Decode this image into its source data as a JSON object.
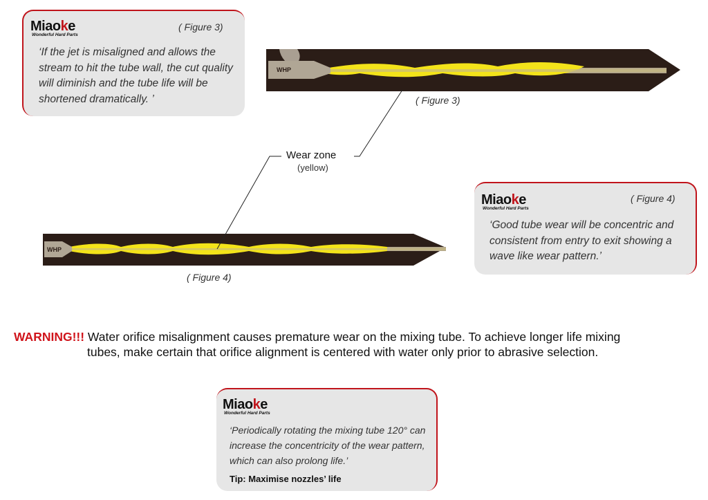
{
  "brand": {
    "logo_text_a": "Miao",
    "logo_text_k": "k",
    "logo_text_b": "e",
    "tagline": "Wonderful Hard Parts"
  },
  "card_fig3": {
    "figure_ref": "( Figure 3)",
    "quote": "‘If the jet is misaligned and allows the stream to hit the tube wall, the cut quality will diminish and the tube life will be shortened dramatically. ’"
  },
  "card_fig4": {
    "figure_ref": "( Figure 4)",
    "quote": "‘Good tube wear will be concentric and consistent from entry to exit showing a wave like wear pattern.’"
  },
  "tube_fig3": {
    "label": "WHP",
    "caption": "( Figure 3)"
  },
  "tube_fig4": {
    "label": "WHP",
    "caption": "( Figure 4)"
  },
  "wear_zone": {
    "title": "Wear zone",
    "subtitle": "(yellow)"
  },
  "warning": {
    "label": "WARNING!!!",
    "line1": " Water orifice misalignment causes premature wear on the mixing tube. To achieve longer life mixing",
    "line2": "tubes, make certain that orifice alignment is centered with water only prior to abrasive selection."
  },
  "tip_card": {
    "quote": "‘Periodically rotating the mixing tube 120° can increase the concentricity of the wear pattern, which can also prolong life.’",
    "tip": "Tip: Maximise nozzles’ life"
  },
  "colors": {
    "accent_red": "#c0141b",
    "tube_dark": "#2b1d17",
    "wear_yellow": "#f3e31a",
    "card_gray": "#e6e6e6"
  }
}
